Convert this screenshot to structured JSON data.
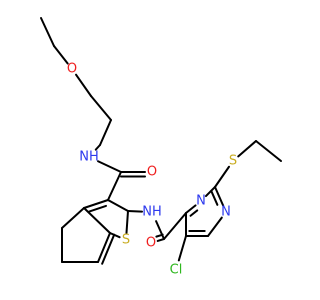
{
  "molecule": {
    "colors": {
      "bond": "#000000",
      "C": "#000000",
      "N": "#2d39ee",
      "O": "#ef1e1e",
      "S": "#c9ad22",
      "Cl": "#2fb71f"
    },
    "atoms": [
      {
        "id": "a0",
        "el": "C"
      },
      {
        "id": "a1",
        "el": "C"
      },
      {
        "id": "a2",
        "el": "O",
        "label": "O"
      },
      {
        "id": "a3",
        "el": "C"
      },
      {
        "id": "a4",
        "el": "C"
      },
      {
        "id": "a5",
        "el": "C"
      },
      {
        "id": "a6",
        "el": "N",
        "label": "NH"
      },
      {
        "id": "a7",
        "el": "C"
      },
      {
        "id": "a8",
        "el": "O",
        "label": "O"
      },
      {
        "id": "a9",
        "el": "C"
      },
      {
        "id": "a10",
        "el": "C"
      },
      {
        "id": "a11",
        "el": "C"
      },
      {
        "id": "a12",
        "el": "C"
      },
      {
        "id": "a13",
        "el": "C"
      },
      {
        "id": "a14",
        "el": "C"
      },
      {
        "id": "a15",
        "el": "S",
        "label": "S"
      },
      {
        "id": "a16",
        "el": "C"
      },
      {
        "id": "a17",
        "el": "N",
        "label": "NH"
      },
      {
        "id": "a18",
        "el": "C"
      },
      {
        "id": "a19",
        "el": "O",
        "label": "O"
      },
      {
        "id": "a20",
        "el": "C"
      },
      {
        "id": "a21",
        "el": "N",
        "label": "N"
      },
      {
        "id": "a22",
        "el": "C"
      },
      {
        "id": "a23",
        "el": "S",
        "label": "S"
      },
      {
        "id": "a24",
        "el": "C"
      },
      {
        "id": "a25",
        "el": "C"
      },
      {
        "id": "a26",
        "el": "N",
        "label": "N"
      },
      {
        "id": "a27",
        "el": "C"
      },
      {
        "id": "a28",
        "el": "C"
      },
      {
        "id": "a29",
        "el": "Cl",
        "label": "Cl"
      }
    ],
    "bonds": [
      [
        "a0",
        "a1",
        1
      ],
      [
        "a1",
        "a2",
        1
      ],
      [
        "a2",
        "a3",
        1
      ],
      [
        "a3",
        "a4",
        1
      ],
      [
        "a4",
        "a5",
        1
      ],
      [
        "a5",
        "a6",
        1
      ],
      [
        "a6",
        "a7",
        1
      ],
      [
        "a7",
        "a8",
        2
      ],
      [
        "a7",
        "a9",
        1
      ],
      [
        "a9",
        "a10",
        2
      ],
      [
        "a10",
        "a11",
        1
      ],
      [
        "a11",
        "a12",
        1
      ],
      [
        "a12",
        "a13",
        1
      ],
      [
        "a13",
        "a14",
        2
      ],
      [
        "a14",
        "a15",
        1
      ],
      [
        "a15",
        "a16",
        1
      ],
      [
        "a16",
        "a9",
        1
      ],
      [
        "a14",
        "a10",
        1
      ],
      [
        "a16",
        "a17",
        1
      ],
      [
        "a17",
        "a18",
        1
      ],
      [
        "a18",
        "a19",
        2
      ],
      [
        "a18",
        "a20",
        1
      ],
      [
        "a20",
        "a21",
        2
      ],
      [
        "a21",
        "a22",
        1
      ],
      [
        "a22",
        "a23",
        1
      ],
      [
        "a23",
        "a24",
        1
      ],
      [
        "a24",
        "a25",
        1
      ],
      [
        "a22",
        "a26",
        2
      ],
      [
        "a26",
        "a27",
        1
      ],
      [
        "a27",
        "a28",
        2
      ],
      [
        "a28",
        "a20",
        1
      ],
      [
        "a28",
        "a29",
        1
      ]
    ]
  }
}
